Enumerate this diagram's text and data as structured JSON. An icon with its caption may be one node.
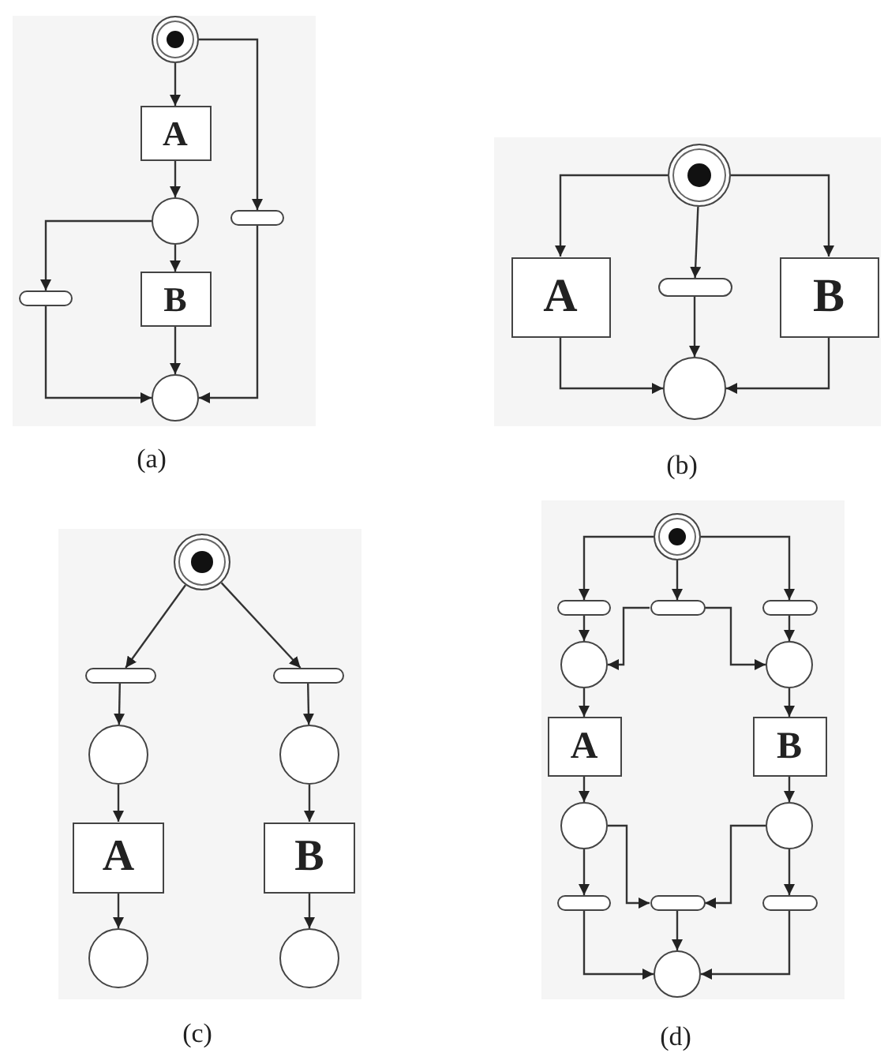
{
  "diagram": {
    "nodes": [
      {
        "text": [],
        "shape": "circle"
      },
      {
        "text": [
          "A"
        ]
      },
      {
        "text": [],
        "shape": "bar"
      },
      {
        "text": [],
        "shape": "circle"
      },
      {
        "text": [],
        "shape": "bar"
      },
      {
        "text": [
          "B"
        ]
      },
      {
        "text": [],
        "shape": "circle"
      },
      {
        "text": [],
        "shape": "circle"
      },
      {
        "text": [
          "A"
        ]
      },
      {
        "text": [],
        "shape": "bar"
      },
      {
        "text": [
          "B"
        ]
      },
      {
        "text": [],
        "shape": "circle"
      },
      {
        "text": [],
        "shape": "circle"
      },
      {
        "text": [],
        "shape": "bar"
      },
      {
        "text": [],
        "shape": "bar"
      },
      {
        "text": [],
        "shape": "circle"
      },
      {
        "text": [],
        "shape": "circle"
      },
      {
        "text": [
          "A"
        ]
      },
      {
        "text": [
          "B"
        ]
      },
      {
        "text": [],
        "shape": "circle"
      },
      {
        "text": [],
        "shape": "circle"
      },
      {
        "text": [],
        "shape": "circle"
      },
      {
        "text": [],
        "shape": "bar"
      },
      {
        "text": [],
        "shape": "bar"
      },
      {
        "text": [],
        "shape": "bar"
      },
      {
        "text": [],
        "shape": "circle"
      },
      {
        "text": [],
        "shape": "circle"
      },
      {
        "text": [
          "A"
        ]
      },
      {
        "text": [
          "B"
        ]
      },
      {
        "text": [],
        "shape": "circle"
      },
      {
        "text": [],
        "shape": "circle"
      },
      {
        "text": [],
        "shape": "bar"
      },
      {
        "text": [],
        "shape": "bar"
      },
      {
        "text": [],
        "shape": "bar"
      },
      {
        "text": [],
        "shape": "circle"
      }
    ],
    "edges": [
      {
        "from": 0,
        "to": 1,
        "arrow": "to"
      },
      {
        "from": 1,
        "to": 3,
        "arrow": "to"
      },
      {
        "from": 3,
        "to": 5,
        "arrow": "to"
      },
      {
        "from": 3,
        "to": 4,
        "arrow": "to"
      },
      {
        "from": 4,
        "to": 6,
        "arrow": "to"
      },
      {
        "from": 0,
        "to": 2,
        "arrow": "to"
      },
      {
        "from": 2,
        "to": 6,
        "arrow": "to"
      },
      {
        "from": 5,
        "to": 6,
        "arrow": "to"
      },
      {
        "from": 7,
        "to": 8,
        "arrow": "to"
      },
      {
        "from": 7,
        "to": 9,
        "arrow": "to"
      },
      {
        "from": 7,
        "to": 10,
        "arrow": "to"
      },
      {
        "from": 8,
        "to": 11,
        "arrow": "to"
      },
      {
        "from": 9,
        "to": 11,
        "arrow": "to"
      },
      {
        "from": 10,
        "to": 11,
        "arrow": "to"
      },
      {
        "from": 12,
        "to": 13,
        "arrow": "to"
      },
      {
        "from": 12,
        "to": 14,
        "arrow": "to"
      },
      {
        "from": 13,
        "to": 15,
        "arrow": "to"
      },
      {
        "from": 15,
        "to": 17,
        "arrow": "to"
      },
      {
        "from": 17,
        "to": 19,
        "arrow": "to"
      },
      {
        "from": 14,
        "to": 16,
        "arrow": "to"
      },
      {
        "from": 16,
        "to": 18,
        "arrow": "to"
      },
      {
        "from": 18,
        "to": 20,
        "arrow": "to"
      },
      {
        "from": 21,
        "to": 22,
        "arrow": "to"
      },
      {
        "from": 21,
        "to": 23,
        "arrow": "to"
      },
      {
        "from": 21,
        "to": 24,
        "arrow": "to"
      },
      {
        "from": 22,
        "to": 25,
        "arrow": "to"
      },
      {
        "from": 23,
        "to": 25,
        "arrow": "to"
      },
      {
        "from": 23,
        "to": 26,
        "arrow": "to"
      },
      {
        "from": 24,
        "to": 26,
        "arrow": "to"
      },
      {
        "from": 25,
        "to": 27,
        "arrow": "to"
      },
      {
        "from": 26,
        "to": 28,
        "arrow": "to"
      },
      {
        "from": 27,
        "to": 29,
        "arrow": "to"
      },
      {
        "from": 28,
        "to": 30,
        "arrow": "to"
      },
      {
        "from": 29,
        "to": 31,
        "arrow": "to"
      },
      {
        "from": 29,
        "to": 32,
        "arrow": "to"
      },
      {
        "from": 30,
        "to": 32,
        "arrow": "to"
      },
      {
        "from": 30,
        "to": 33,
        "arrow": "to"
      },
      {
        "from": 31,
        "to": 34,
        "arrow": "to"
      },
      {
        "from": 32,
        "to": 34,
        "arrow": "to"
      },
      {
        "from": 33,
        "to": 34,
        "arrow": "to"
      }
    ],
    "labels": [
      "(a)",
      "(b)",
      "(c)",
      "(d)"
    ]
  }
}
